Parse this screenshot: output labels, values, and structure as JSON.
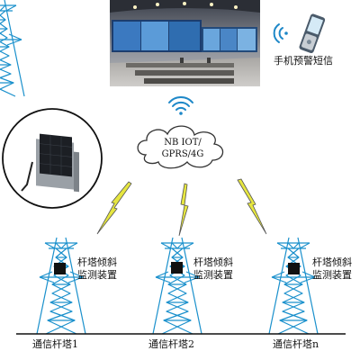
{
  "notification": {
    "label": "手机预警短信"
  },
  "network": {
    "line1": "NB IOT/",
    "line2": "GPRS/4G"
  },
  "towers": [
    {
      "device_line1": "杆塔倾斜",
      "device_line2": "监测装置",
      "name": "通信杆塔1"
    },
    {
      "device_line1": "杆塔倾斜",
      "device_line2": "监测装置",
      "name": "通信杆塔2"
    },
    {
      "device_line1": "杆塔倾斜",
      "device_line2": "监测装置",
      "name": "通信杆塔n"
    }
  ],
  "icons": [
    "control-room-photo",
    "phone-icon",
    "wifi-icon",
    "cloud-icon",
    "lightning-bolt-icon",
    "monitoring-device-photo",
    "lattice-tower-icon"
  ],
  "colors": {
    "wifi": "#1e88c8",
    "bolt": "#e6e640",
    "bolt_stroke": "#555555",
    "tower": "#1a90cc",
    "device": "#111111"
  }
}
